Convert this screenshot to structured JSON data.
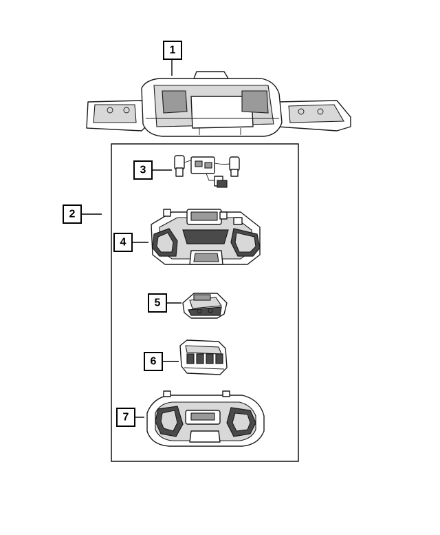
{
  "callouts": [
    {
      "id": "1",
      "label": "1"
    },
    {
      "id": "2",
      "label": "2"
    },
    {
      "id": "3",
      "label": "3"
    },
    {
      "id": "4",
      "label": "4"
    },
    {
      "id": "5",
      "label": "5"
    },
    {
      "id": "6",
      "label": "6"
    },
    {
      "id": "7",
      "label": "7"
    }
  ],
  "colors": {
    "line": "#000000",
    "background": "#ffffff",
    "shade_dark": "#4a4a4a"
  }
}
